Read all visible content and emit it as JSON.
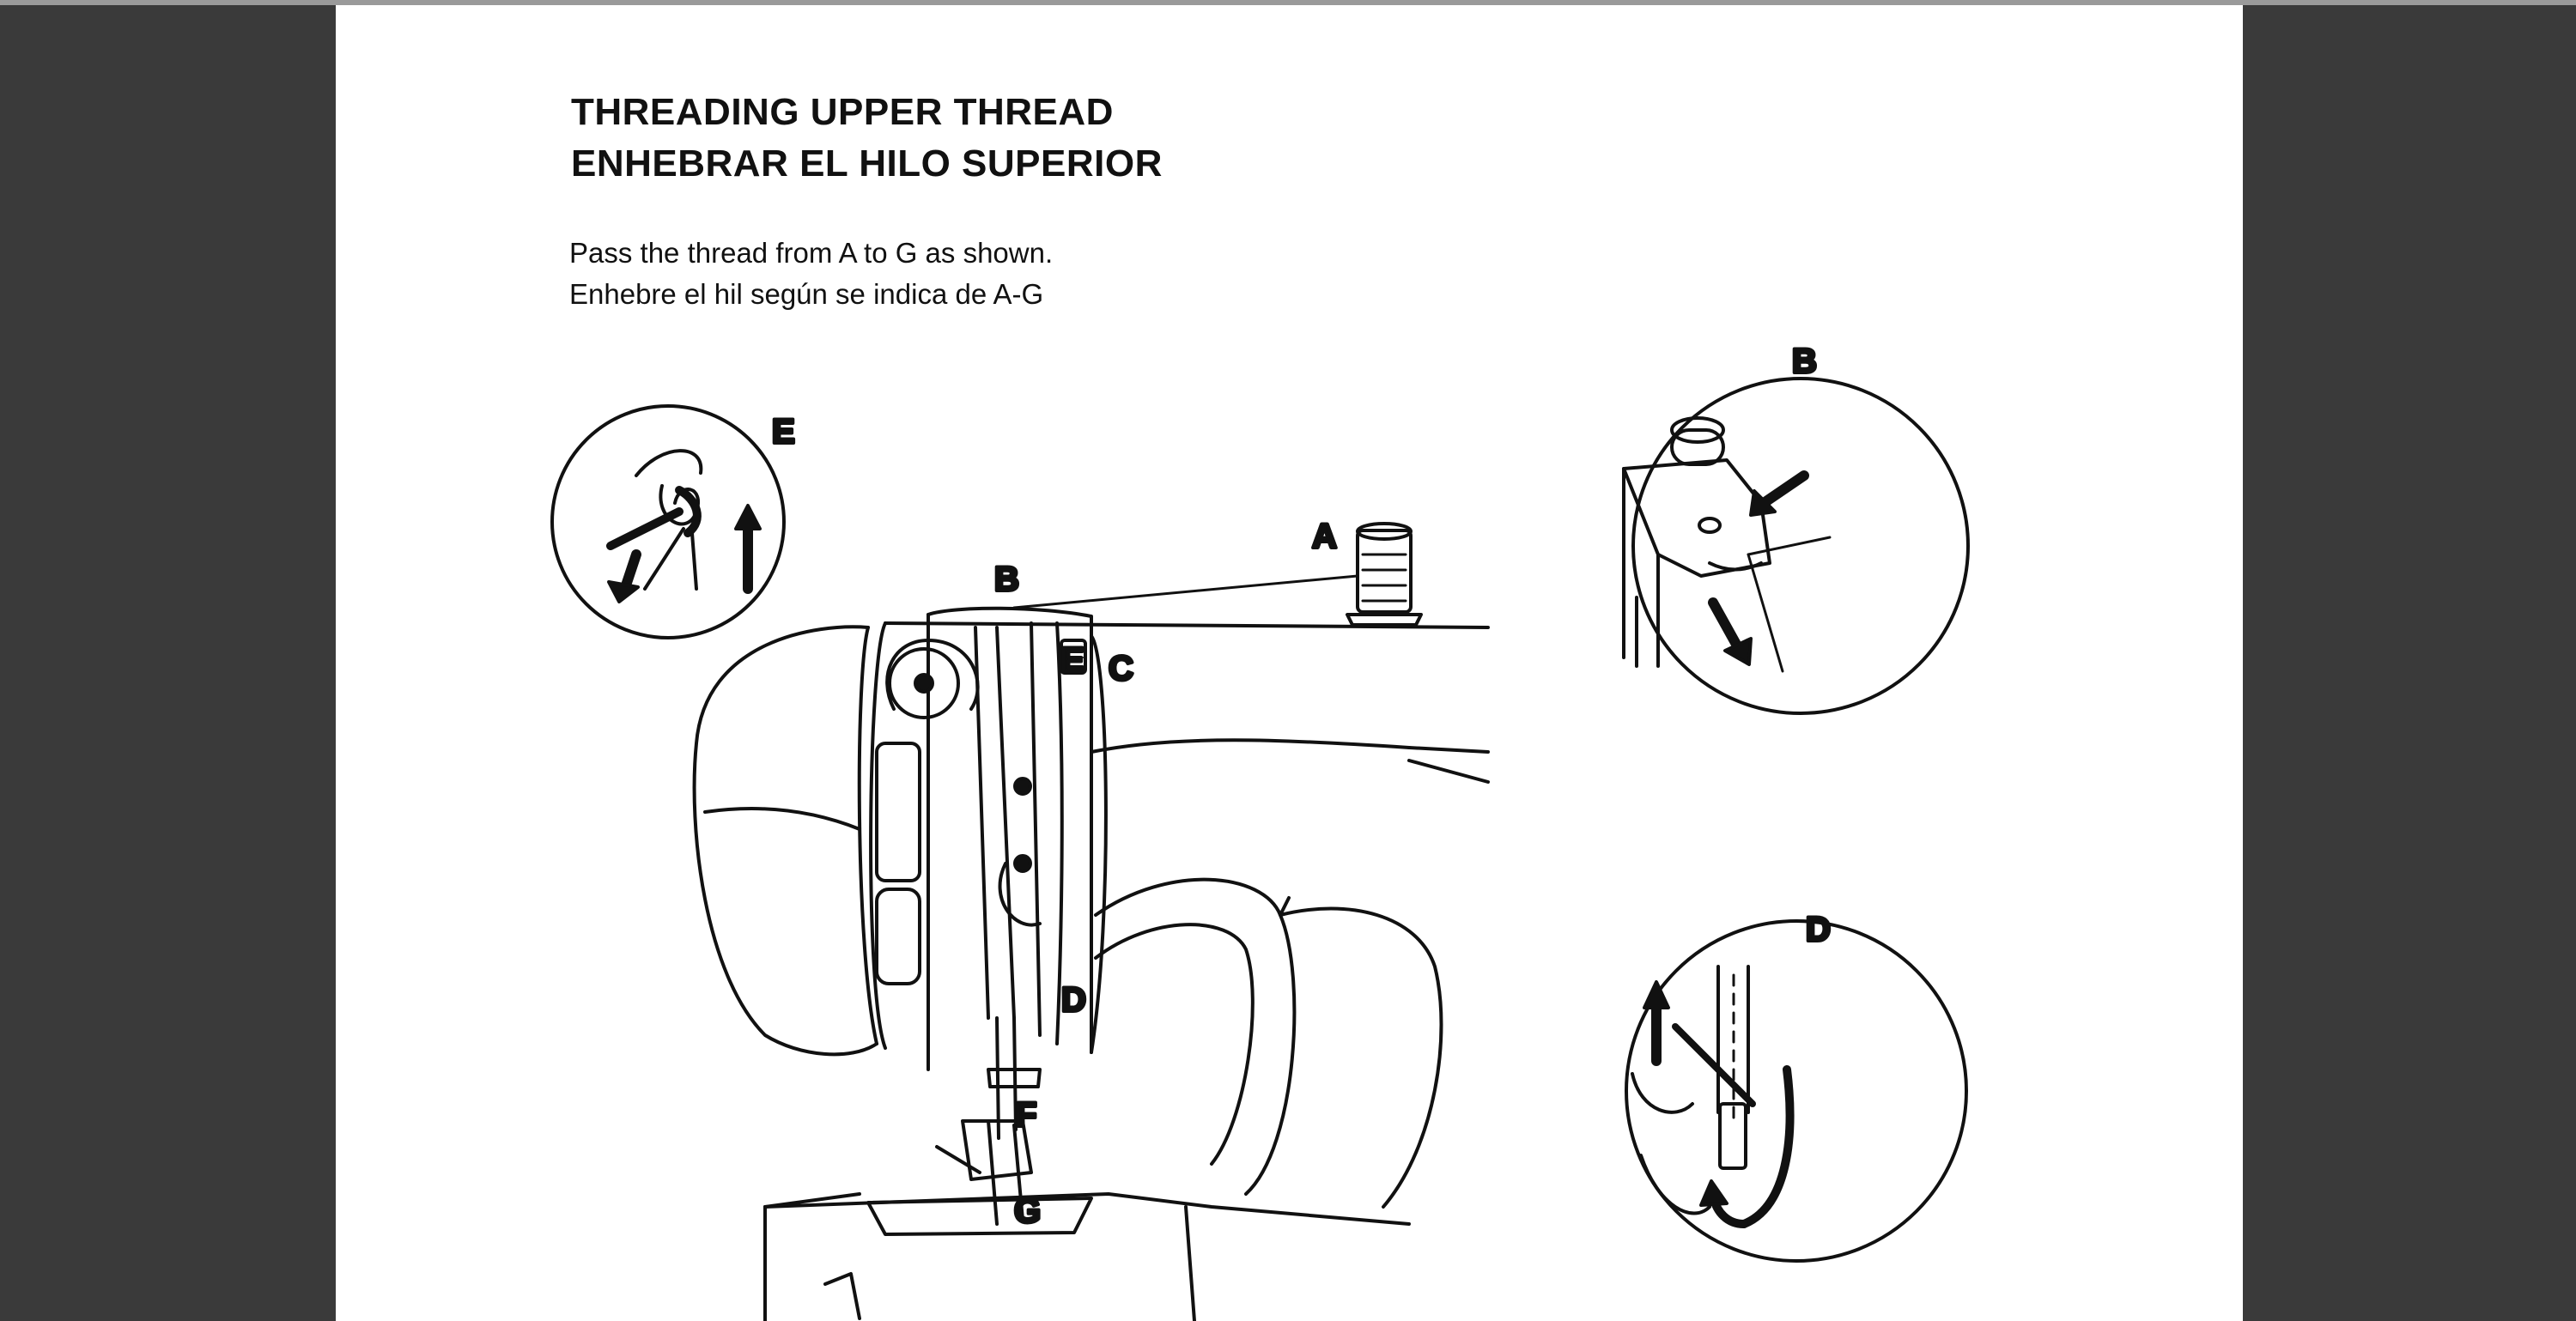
{
  "document": {
    "heading_en": "THREADING UPPER THREAD",
    "heading_es": "ENHEBRAR EL HILO SUPERIOR",
    "instruction_en": "Pass the thread from A to G as shown.",
    "instruction_es": "Enhebre el hil según se indica de A-G"
  },
  "diagram": {
    "labels": {
      "a": "A",
      "b": "B",
      "c": "C",
      "d": "D",
      "e": "E",
      "f": "F",
      "g": "G"
    },
    "insets": {
      "b": "B",
      "d": "D",
      "e": "E"
    }
  }
}
